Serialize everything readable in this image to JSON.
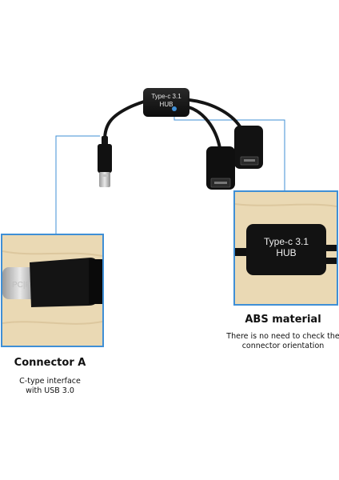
{
  "product": {
    "hub_label_line1": "Type-c 3.1",
    "hub_label_line2": "HUB"
  },
  "callouts": {
    "left": {
      "title": "Connector A",
      "desc_line1": "C-type interface",
      "desc_line2": "with USB 3.0"
    },
    "right": {
      "title": "ABS material",
      "desc_line1": "There is no need to check the",
      "desc_line2": "connector orientation"
    }
  },
  "colors": {
    "accent_line": "#3f8fd6",
    "cable": "#151515",
    "wood": "#ead9b4"
  }
}
